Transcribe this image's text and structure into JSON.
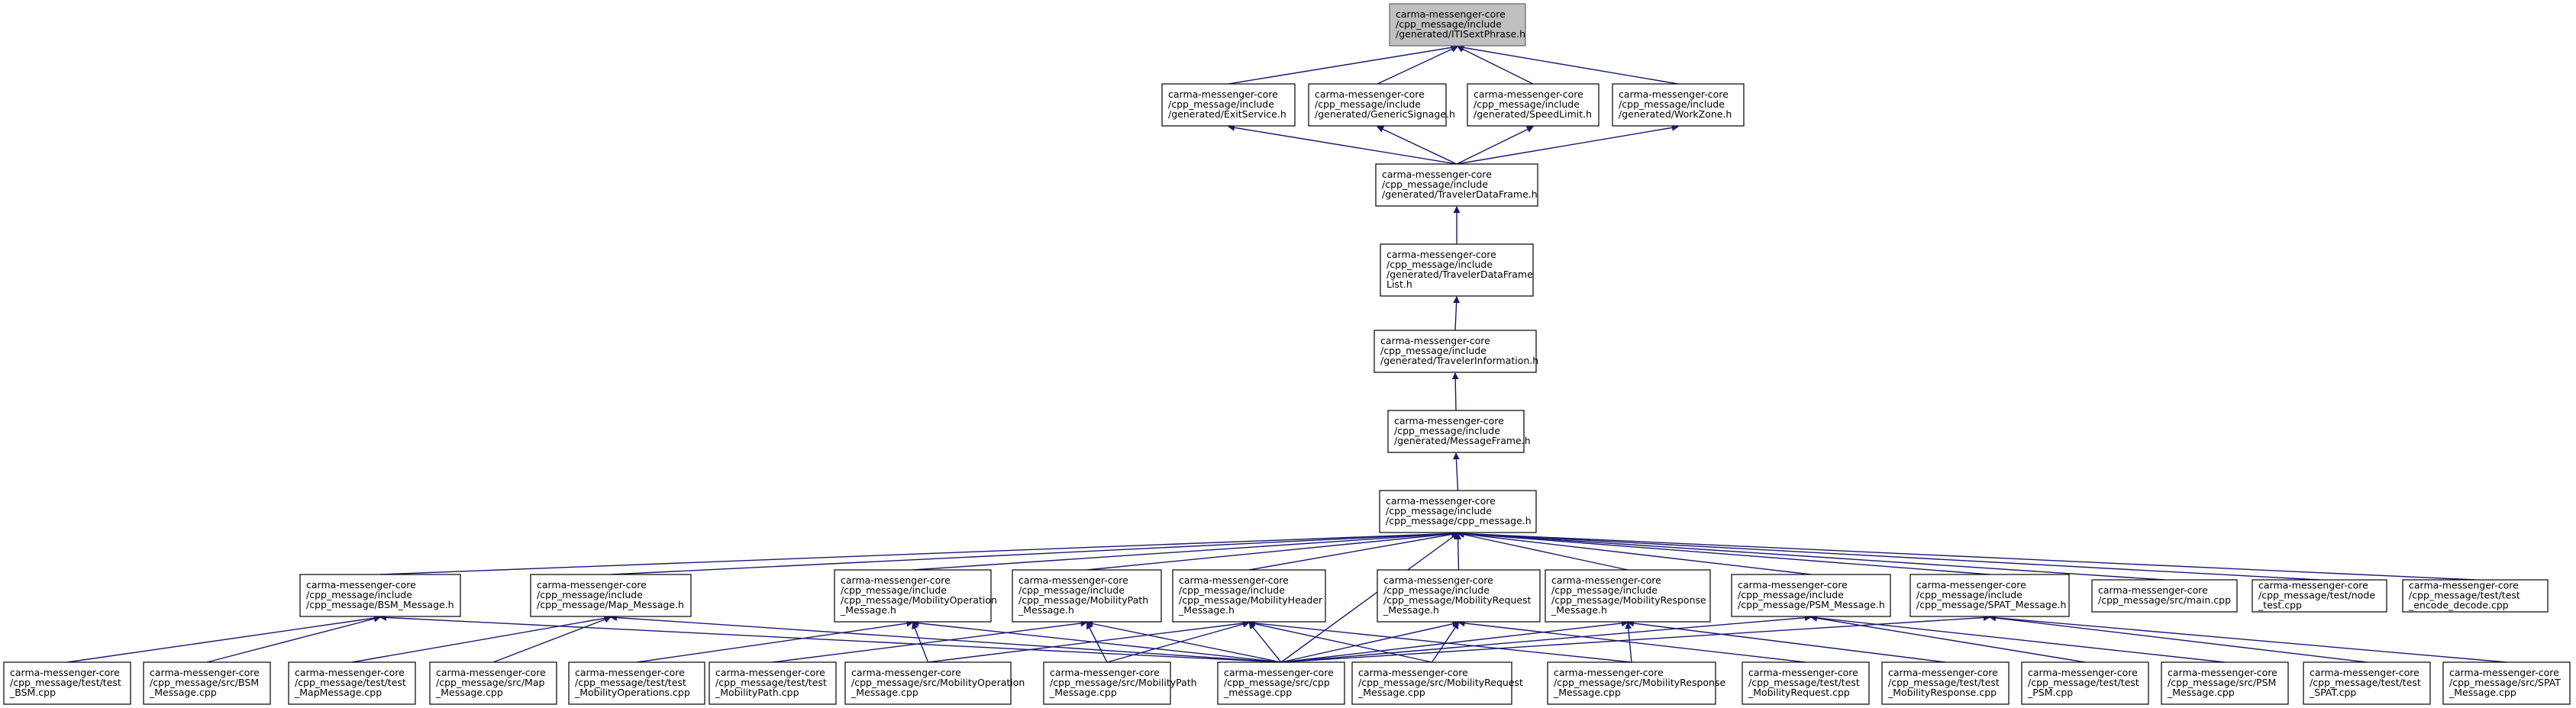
{
  "diagram": {
    "nodes": [
      {
        "id": "n00",
        "lines": [
          "carma-messenger-core",
          "/cpp_message/include",
          "/generated/ITISextPhrase.h"
        ],
        "root": true
      },
      {
        "id": "n01",
        "lines": [
          "carma-messenger-core",
          "/cpp_message/include",
          "/generated/ExitService.h"
        ]
      },
      {
        "id": "n02",
        "lines": [
          "carma-messenger-core",
          "/cpp_message/include",
          "/generated/GenericSignage.h"
        ]
      },
      {
        "id": "n03",
        "lines": [
          "carma-messenger-core",
          "/cpp_message/include",
          "/generated/SpeedLimit.h"
        ]
      },
      {
        "id": "n04",
        "lines": [
          "carma-messenger-core",
          "/cpp_message/include",
          "/generated/WorkZone.h"
        ]
      },
      {
        "id": "n05",
        "lines": [
          "carma-messenger-core",
          "/cpp_message/include",
          "/generated/TravelerDataFrame.h"
        ]
      },
      {
        "id": "n06",
        "lines": [
          "carma-messenger-core",
          "/cpp_message/include",
          "/generated/TravelerDataFrame",
          "List.h"
        ]
      },
      {
        "id": "n07",
        "lines": [
          "carma-messenger-core",
          "/cpp_message/include",
          "/generated/TravelerInformation.h"
        ]
      },
      {
        "id": "n08",
        "lines": [
          "carma-messenger-core",
          "/cpp_message/include",
          "/generated/MessageFrame.h"
        ]
      },
      {
        "id": "n09",
        "lines": [
          "carma-messenger-core",
          "/cpp_message/include",
          "/cpp_message/cpp_message.h"
        ]
      },
      {
        "id": "n10",
        "lines": [
          "carma-messenger-core",
          "/cpp_message/include",
          "/cpp_message/BSM_Message.h"
        ]
      },
      {
        "id": "n11",
        "lines": [
          "carma-messenger-core",
          "/cpp_message/include",
          "/cpp_message/Map_Message.h"
        ]
      },
      {
        "id": "n12",
        "lines": [
          "carma-messenger-core",
          "/cpp_message/include",
          "/cpp_message/MobilityOperation",
          "_Message.h"
        ]
      },
      {
        "id": "n13",
        "lines": [
          "carma-messenger-core",
          "/cpp_message/include",
          "/cpp_message/MobilityPath",
          "_Message.h"
        ]
      },
      {
        "id": "n14",
        "lines": [
          "carma-messenger-core",
          "/cpp_message/include",
          "/cpp_message/MobilityHeader",
          "_Message.h"
        ]
      },
      {
        "id": "n15",
        "lines": [
          "carma-messenger-core",
          "/cpp_message/include",
          "/cpp_message/MobilityRequest",
          "_Message.h"
        ]
      },
      {
        "id": "n16",
        "lines": [
          "carma-messenger-core",
          "/cpp_message/include",
          "/cpp_message/MobilityResponse",
          "_Message.h"
        ]
      },
      {
        "id": "n17",
        "lines": [
          "carma-messenger-core",
          "/cpp_message/include",
          "/cpp_message/PSM_Message.h"
        ]
      },
      {
        "id": "n18",
        "lines": [
          "carma-messenger-core",
          "/cpp_message/include",
          "/cpp_message/SPAT_Message.h"
        ]
      },
      {
        "id": "n19",
        "lines": [
          "carma-messenger-core",
          "/cpp_message/src/main.cpp"
        ]
      },
      {
        "id": "n20",
        "lines": [
          "carma-messenger-core",
          "/cpp_message/test/node",
          "_test.cpp"
        ]
      },
      {
        "id": "n21",
        "lines": [
          "carma-messenger-core",
          "/cpp_message/test/test",
          "_encode_decode.cpp"
        ]
      },
      {
        "id": "n22",
        "lines": [
          "carma-messenger-core",
          "/cpp_message/test/test",
          "_BSM.cpp"
        ]
      },
      {
        "id": "n23",
        "lines": [
          "carma-messenger-core",
          "/cpp_message/src/BSM",
          "_Message.cpp"
        ]
      },
      {
        "id": "n24",
        "lines": [
          "carma-messenger-core",
          "/cpp_message/test/test",
          "_MapMessage.cpp"
        ]
      },
      {
        "id": "n25",
        "lines": [
          "carma-messenger-core",
          "/cpp_message/src/Map",
          "_Message.cpp"
        ]
      },
      {
        "id": "n26",
        "lines": [
          "carma-messenger-core",
          "/cpp_message/test/test",
          "_MobilityOperations.cpp"
        ]
      },
      {
        "id": "n27",
        "lines": [
          "carma-messenger-core",
          "/cpp_message/test/test",
          "_MobilityPath.cpp"
        ]
      },
      {
        "id": "n28",
        "lines": [
          "carma-messenger-core",
          "/cpp_message/src/MobilityOperation",
          "_Message.cpp"
        ]
      },
      {
        "id": "n29",
        "lines": [
          "carma-messenger-core",
          "/cpp_message/src/MobilityPath",
          "_Message.cpp"
        ]
      },
      {
        "id": "n30",
        "lines": [
          "carma-messenger-core",
          "/cpp_message/src/cpp",
          "_message.cpp"
        ]
      },
      {
        "id": "n31",
        "lines": [
          "carma-messenger-core",
          "/cpp_message/src/MobilityRequest",
          "_Message.cpp"
        ]
      },
      {
        "id": "n32",
        "lines": [
          "carma-messenger-core",
          "/cpp_message/src/MobilityResponse",
          "_Message.cpp"
        ]
      },
      {
        "id": "n33",
        "lines": [
          "carma-messenger-core",
          "/cpp_message/test/test",
          "_MobilityRequest.cpp"
        ]
      },
      {
        "id": "n34",
        "lines": [
          "carma-messenger-core",
          "/cpp_message/test/test",
          "_MobilityResponse.cpp"
        ]
      },
      {
        "id": "n35",
        "lines": [
          "carma-messenger-core",
          "/cpp_message/test/test",
          "_PSM.cpp"
        ]
      },
      {
        "id": "n36",
        "lines": [
          "carma-messenger-core",
          "/cpp_message/src/PSM",
          "_Message.cpp"
        ]
      },
      {
        "id": "n37",
        "lines": [
          "carma-messenger-core",
          "/cpp_message/test/test",
          "_SPAT.cpp"
        ]
      },
      {
        "id": "n38",
        "lines": [
          "carma-messenger-core",
          "/cpp_message/src/SPAT",
          "_Message.cpp"
        ]
      }
    ],
    "edges": [
      [
        "n01",
        "n00"
      ],
      [
        "n02",
        "n00"
      ],
      [
        "n03",
        "n00"
      ],
      [
        "n04",
        "n00"
      ],
      [
        "n05",
        "n01"
      ],
      [
        "n05",
        "n02"
      ],
      [
        "n05",
        "n03"
      ],
      [
        "n05",
        "n04"
      ],
      [
        "n06",
        "n05"
      ],
      [
        "n07",
        "n06"
      ],
      [
        "n08",
        "n07"
      ],
      [
        "n09",
        "n08"
      ],
      [
        "n10",
        "n09"
      ],
      [
        "n11",
        "n09"
      ],
      [
        "n12",
        "n09"
      ],
      [
        "n13",
        "n09"
      ],
      [
        "n14",
        "n09"
      ],
      [
        "n15",
        "n09"
      ],
      [
        "n16",
        "n09"
      ],
      [
        "n17",
        "n09"
      ],
      [
        "n18",
        "n09"
      ],
      [
        "n19",
        "n09"
      ],
      [
        "n20",
        "n09"
      ],
      [
        "n21",
        "n09"
      ],
      [
        "n30",
        "n09"
      ],
      [
        "n22",
        "n10"
      ],
      [
        "n23",
        "n10"
      ],
      [
        "n30",
        "n10"
      ],
      [
        "n24",
        "n11"
      ],
      [
        "n25",
        "n11"
      ],
      [
        "n30",
        "n11"
      ],
      [
        "n26",
        "n12"
      ],
      [
        "n28",
        "n12"
      ],
      [
        "n30",
        "n12"
      ],
      [
        "n27",
        "n13"
      ],
      [
        "n29",
        "n13"
      ],
      [
        "n30",
        "n13"
      ],
      [
        "n28",
        "n14"
      ],
      [
        "n29",
        "n14"
      ],
      [
        "n30",
        "n14"
      ],
      [
        "n31",
        "n14"
      ],
      [
        "n32",
        "n14"
      ],
      [
        "n31",
        "n15"
      ],
      [
        "n33",
        "n15"
      ],
      [
        "n30",
        "n15"
      ],
      [
        "n32",
        "n16"
      ],
      [
        "n34",
        "n16"
      ],
      [
        "n30",
        "n16"
      ],
      [
        "n35",
        "n17"
      ],
      [
        "n36",
        "n17"
      ],
      [
        "n30",
        "n17"
      ],
      [
        "n37",
        "n18"
      ],
      [
        "n38",
        "n18"
      ],
      [
        "n30",
        "n18"
      ]
    ]
  }
}
